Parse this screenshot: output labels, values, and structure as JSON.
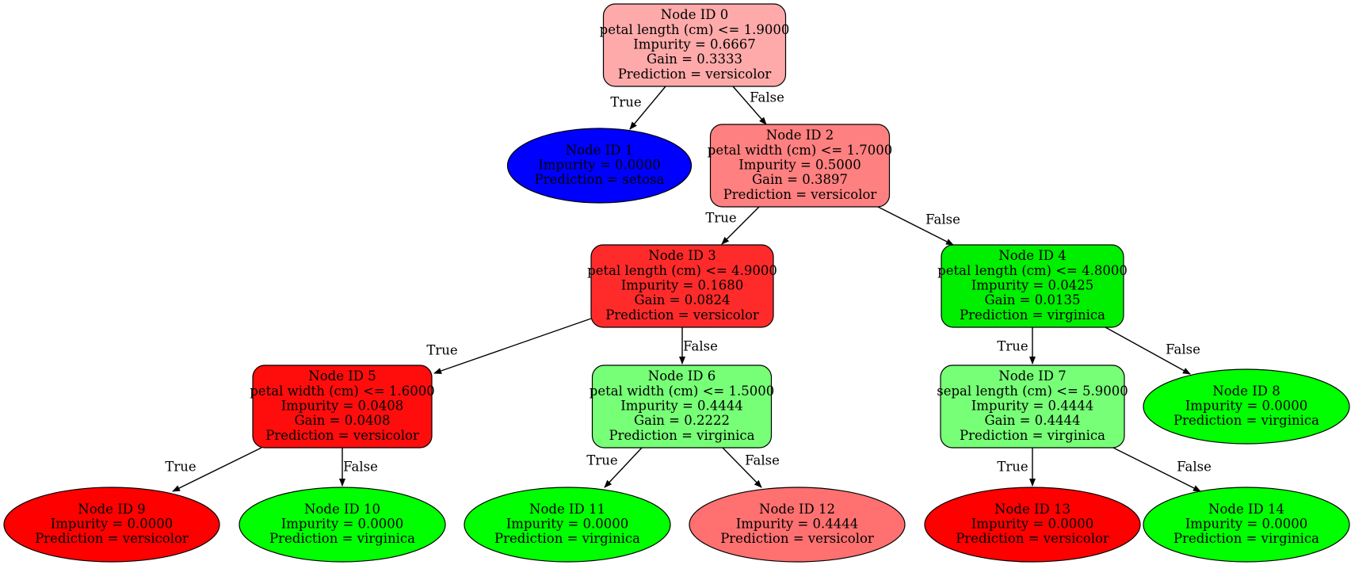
{
  "nodes": [
    {
      "id": "0",
      "shape": "box",
      "fill": "#ffaaaa",
      "lines": [
        "Node ID 0",
        "petal length (cm) <= 1.9000",
        "Impurity = 0.6667",
        "Gain = 0.3333",
        "Prediction = versicolor"
      ]
    },
    {
      "id": "1",
      "shape": "ellipse",
      "fill": "#0000ff",
      "lines": [
        "Node ID 1",
        "Impurity = 0.0000",
        "Prediction = setosa"
      ]
    },
    {
      "id": "2",
      "shape": "box",
      "fill": "#ff8080",
      "lines": [
        "Node ID 2",
        "petal width (cm) <= 1.7000",
        "Impurity = 0.5000",
        "Gain = 0.3897",
        "Prediction = versicolor"
      ]
    },
    {
      "id": "3",
      "shape": "box",
      "fill": "#ff2b2b",
      "lines": [
        "Node ID 3",
        "petal length (cm) <= 4.9000",
        "Impurity = 0.1680",
        "Gain = 0.0824",
        "Prediction = versicolor"
      ]
    },
    {
      "id": "4",
      "shape": "box",
      "fill": "#00ee00",
      "lines": [
        "Node ID 4",
        "petal length (cm) <= 4.8000",
        "Impurity = 0.0425",
        "Gain = 0.0135",
        "Prediction = virginica"
      ]
    },
    {
      "id": "5",
      "shape": "box",
      "fill": "#ff0d0d",
      "lines": [
        "Node ID 5",
        "petal width (cm) <= 1.6000",
        "Impurity = 0.0408",
        "Gain = 0.0408",
        "Prediction = versicolor"
      ]
    },
    {
      "id": "6",
      "shape": "box",
      "fill": "#77ff77",
      "lines": [
        "Node ID 6",
        "petal width (cm) <= 1.5000",
        "Impurity = 0.4444",
        "Gain = 0.2222",
        "Prediction = virginica"
      ]
    },
    {
      "id": "7",
      "shape": "box",
      "fill": "#77ff77",
      "lines": [
        "Node ID 7",
        "sepal length (cm) <= 5.9000",
        "Impurity = 0.4444",
        "Gain = 0.4444",
        "Prediction = virginica"
      ]
    },
    {
      "id": "8",
      "shape": "ellipse",
      "fill": "#00ff00",
      "lines": [
        "Node ID 8",
        "Impurity = 0.0000",
        "Prediction = virginica"
      ]
    },
    {
      "id": "9",
      "shape": "ellipse",
      "fill": "#ff0000",
      "lines": [
        "Node ID 9",
        "Impurity = 0.0000",
        "Prediction = versicolor"
      ]
    },
    {
      "id": "10",
      "shape": "ellipse",
      "fill": "#00ff00",
      "lines": [
        "Node ID 10",
        "Impurity = 0.0000",
        "Prediction = virginica"
      ]
    },
    {
      "id": "11",
      "shape": "ellipse",
      "fill": "#00ff00",
      "lines": [
        "Node ID 11",
        "Impurity = 0.0000",
        "Prediction = virginica"
      ]
    },
    {
      "id": "12",
      "shape": "ellipse",
      "fill": "#ff7070",
      "lines": [
        "Node ID 12",
        "Impurity = 0.4444",
        "Prediction = versicolor"
      ]
    },
    {
      "id": "13",
      "shape": "ellipse",
      "fill": "#ff0000",
      "lines": [
        "Node ID 13",
        "Impurity = 0.0000",
        "Prediction = versicolor"
      ]
    },
    {
      "id": "14",
      "shape": "ellipse",
      "fill": "#00ff00",
      "lines": [
        "Node ID 14",
        "Impurity = 0.0000",
        "Prediction = virginica"
      ]
    }
  ],
  "edges": [
    {
      "from": "0",
      "to": "1",
      "label": "True"
    },
    {
      "from": "0",
      "to": "2",
      "label": "False"
    },
    {
      "from": "2",
      "to": "3",
      "label": "True"
    },
    {
      "from": "2",
      "to": "4",
      "label": "False"
    },
    {
      "from": "3",
      "to": "5",
      "label": "True"
    },
    {
      "from": "3",
      "to": "6",
      "label": "False"
    },
    {
      "from": "4",
      "to": "7",
      "label": "True"
    },
    {
      "from": "4",
      "to": "8",
      "label": "False"
    },
    {
      "from": "5",
      "to": "9",
      "label": "True"
    },
    {
      "from": "5",
      "to": "10",
      "label": "False"
    },
    {
      "from": "6",
      "to": "11",
      "label": "True"
    },
    {
      "from": "6",
      "to": "12",
      "label": "False"
    },
    {
      "from": "7",
      "to": "13",
      "label": "True"
    },
    {
      "from": "7",
      "to": "14",
      "label": "False"
    }
  ]
}
